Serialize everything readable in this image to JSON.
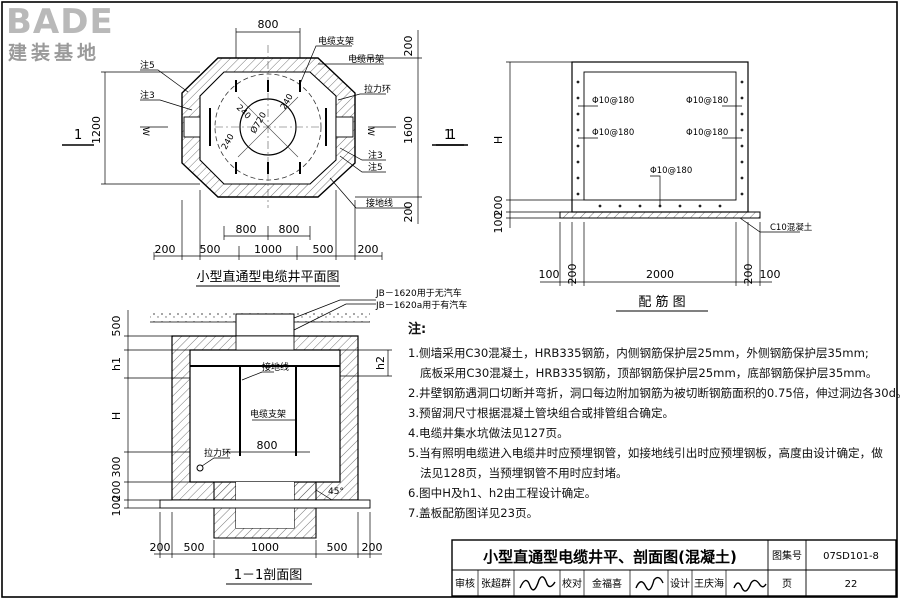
{
  "logo": {
    "main": "BADE",
    "sub": "建装基地"
  },
  "plan": {
    "title": "小型直通型电缆井平面图",
    "top_dim": "800",
    "top_right_dim": "200",
    "left_dim": "1200",
    "right_dim": "1600",
    "bottom_right_dim": "200",
    "inner_dims": [
      "800",
      "800"
    ],
    "bottom_dims": [
      "200",
      "500",
      "1000",
      "500",
      "200"
    ],
    "angle_labels": [
      "240",
      "Ø720",
      "240",
      "240"
    ],
    "labels": {
      "cable_bracket": "电缆支架",
      "cable_hook": "电缆吊架",
      "pulling_ring": "拉力环",
      "ground_wire": "接地线",
      "note5_a": "注5",
      "note3_a": "注3",
      "note3_b": "注3",
      "note5_b": "注5",
      "w_left": "W",
      "w_right": "W"
    },
    "section_mark": "1"
  },
  "rebar": {
    "title": "配 筋 图",
    "section_mark": "1",
    "h_label": "H",
    "left_dims": [
      "200",
      "100"
    ],
    "bottom_dims": [
      "100",
      "200",
      "2000",
      "200",
      "100"
    ],
    "bar_labels": [
      "Φ10@180",
      "Φ10@180",
      "Φ10@180",
      "Φ10@180",
      "Φ10@180"
    ],
    "c10_label": "C10混凝土"
  },
  "section": {
    "title": "1－1剖面图",
    "cover_a": "JB－1620用于无汽车",
    "cover_b": "JB－1620a用于有汽车",
    "left_dims": [
      "500",
      "h1",
      "H",
      "300",
      "200",
      "100"
    ],
    "h2_label": "h2",
    "angle_label": "45°",
    "bottom_dims": [
      "200",
      "500",
      "1000",
      "500",
      "200"
    ],
    "inner_dim": "800",
    "labels": {
      "ground_wire": "接地线",
      "cable_bracket": "电缆支架",
      "pulling_ring": "拉力环"
    }
  },
  "notes": {
    "heading": "注:",
    "items": [
      {
        "text": "1.侧墙采用C30混凝土，HRB335钢筋，内侧钢筋保护层25mm，外侧钢筋保护层35mm;",
        "cont": false
      },
      {
        "text": "底板采用C30混凝土，HRB335钢筋，顶部钢筋保护层25mm，底部钢筋保护层35mm。",
        "cont": true
      },
      {
        "text": "2.井壁钢筋遇洞口切断并弯折，洞口每边附加钢筋为被切断钢筋面积的0.75倍，伸过洞边各30d。",
        "cont": false
      },
      {
        "text": "3.预留洞尺寸根据混凝土管块组合或排管组合确定。",
        "cont": false
      },
      {
        "text": "4.电缆井集水坑做法见127页。",
        "cont": false
      },
      {
        "text": "5.当有照明电缆进入电缆井时应预埋钢管，如接地线引出时应预埋钢板，高度由设计确定，做",
        "cont": false
      },
      {
        "text": "法见128页，当预埋钢管不用时应封堵。",
        "cont": true
      },
      {
        "text": "6.图中H及h1、h2由工程设计确定。",
        "cont": false
      },
      {
        "text": "7.盖板配筋图详见23页。",
        "cont": false
      }
    ]
  },
  "title_block": {
    "title": "小型直通型电缆井平、剖面图(混凝土)",
    "atlas_label": "图集号",
    "atlas_no": "07SD101-8",
    "review_label": "审核",
    "reviewer": "张超群",
    "check_label": "校对",
    "checker": "金福喜",
    "design_label": "设计",
    "designer": "王庆海",
    "page_label": "页",
    "page_no": "22"
  }
}
